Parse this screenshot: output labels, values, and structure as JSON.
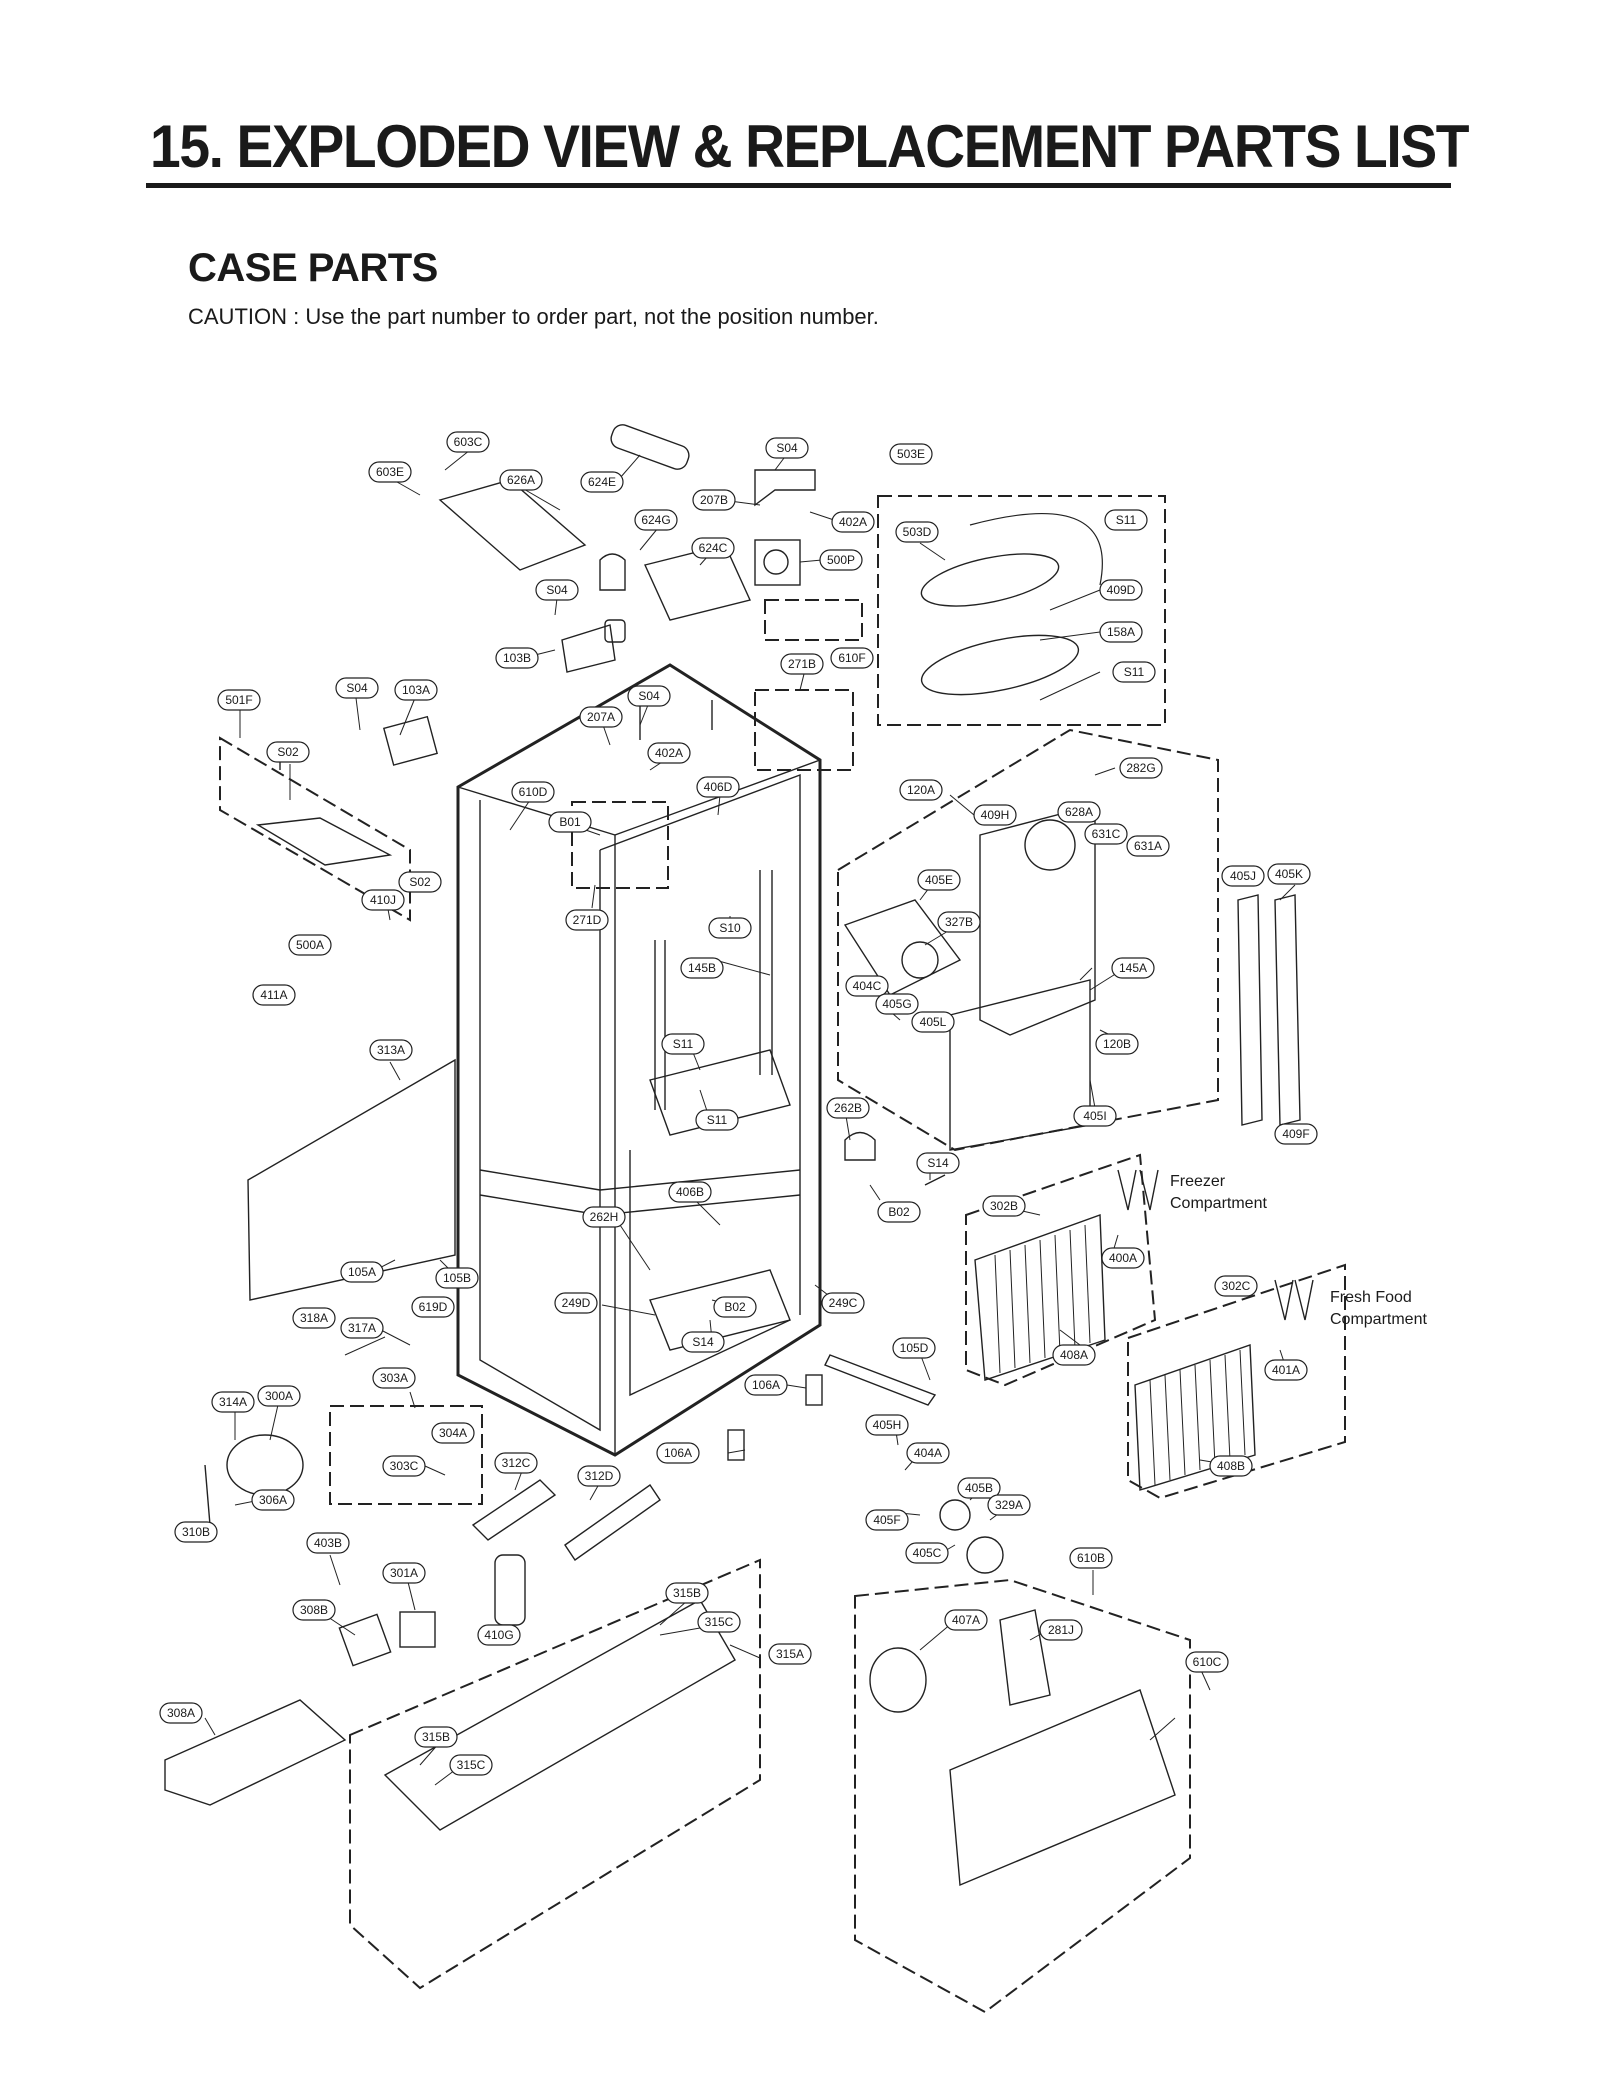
{
  "page": {
    "title": "15. EXPLODED VIEW & REPLACEMENT PARTS LIST",
    "subtitle": "CASE PARTS",
    "caution": "CAUTION : Use the part number to order part, not the position number."
  },
  "annotations": {
    "freezer_1": "Freezer",
    "freezer_2": "Compartment",
    "fresh_1": "Fresh Food",
    "fresh_2": "Compartment"
  },
  "part_labels": [
    "603C",
    "603E",
    "626A",
    "624E",
    "S04",
    "503E",
    "207B",
    "402A",
    "S11",
    "624G",
    "624C",
    "500P",
    "503D",
    "S04",
    "409D",
    "610F",
    "158A",
    "103B",
    "271B",
    "S11",
    "501F",
    "S04",
    "103A",
    "S04",
    "207A",
    "402A",
    "S02",
    "610D",
    "406D",
    "120A",
    "282G",
    "B01",
    "628A",
    "409H",
    "631C",
    "631A",
    "405J",
    "405K",
    "410J",
    "S02",
    "271D",
    "405E",
    "500A",
    "S10",
    "327B",
    "411A",
    "145B",
    "404C",
    "145A",
    "405G",
    "405L",
    "313A",
    "S11",
    "120B",
    "S11",
    "405I",
    "262B",
    "409F",
    "S14",
    "406B",
    "B02",
    "302B",
    "262H",
    "400A",
    "105A",
    "105B",
    "302C",
    "249D",
    "619D",
    "B02",
    "249C",
    "318A",
    "317A",
    "S14",
    "105D",
    "408A",
    "401A",
    "303A",
    "106A",
    "314A",
    "300A",
    "304A",
    "405H",
    "303C",
    "106A",
    "404A",
    "408B",
    "312C",
    "312D",
    "306A",
    "405B",
    "329A",
    "405F",
    "310B",
    "403B",
    "405C",
    "610B",
    "301A",
    "315B",
    "308B",
    "315C",
    "407A",
    "281J",
    "410G",
    "315A",
    "610C",
    "308A",
    "315B",
    "315C"
  ]
}
